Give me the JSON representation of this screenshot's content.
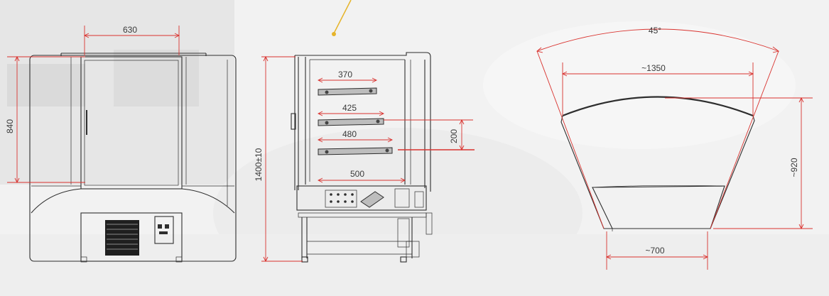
{
  "colors": {
    "dimension_line": "#d9332f",
    "outline": "#2e2e2e",
    "accent_dot": "#e6b42a",
    "background": "#f3f3f3"
  },
  "front_view": {
    "width_label": "630",
    "height_label": "840"
  },
  "side_view": {
    "height_label": "1400±10",
    "shelf_depth_labels": [
      "370",
      "425",
      "480",
      "500"
    ],
    "shelf_spacing_label": "200"
  },
  "top_view": {
    "angle_label": "45°",
    "outer_width_label": "~1350",
    "depth_label": "~920",
    "inner_width_label": "~700"
  }
}
